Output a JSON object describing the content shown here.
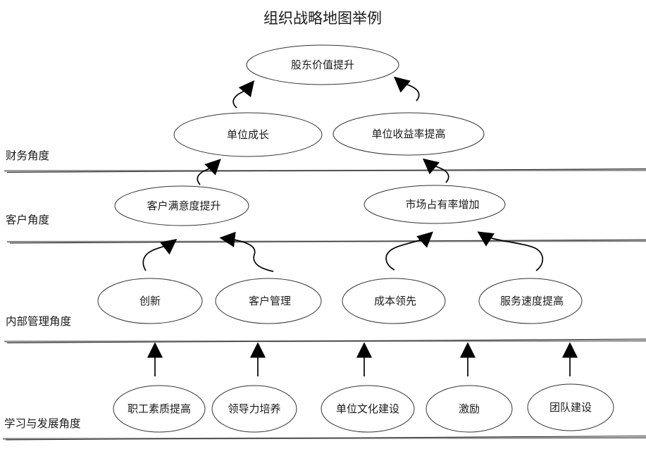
{
  "title": "组织战略地图举例",
  "perspectives": [
    {
      "label": "财务角度"
    },
    {
      "label": "客户角度"
    },
    {
      "label": "内部管理角度"
    },
    {
      "label": "学习与发展角度"
    }
  ],
  "nodes": {
    "shareholder": "股东价值提升",
    "unit_growth": "单位成长",
    "unit_profit": "单位收益率提高",
    "customer_satisfaction": "客户满意度提升",
    "market_share": "市场占有率增加",
    "innovation": "创新",
    "customer_mgmt": "客户管理",
    "cost_leadership": "成本领先",
    "service_speed": "服务速度提高",
    "staff_quality": "职工素质提高",
    "leadership": "领导力培养",
    "culture": "单位文化建设",
    "incentive": "激励",
    "team_building": "团队建设"
  },
  "colors": {
    "background": "#ffffff",
    "ellipse_stroke": "#333333",
    "separator_line": "#868686",
    "arrow": "#000000",
    "text": "#1a1a1a"
  }
}
